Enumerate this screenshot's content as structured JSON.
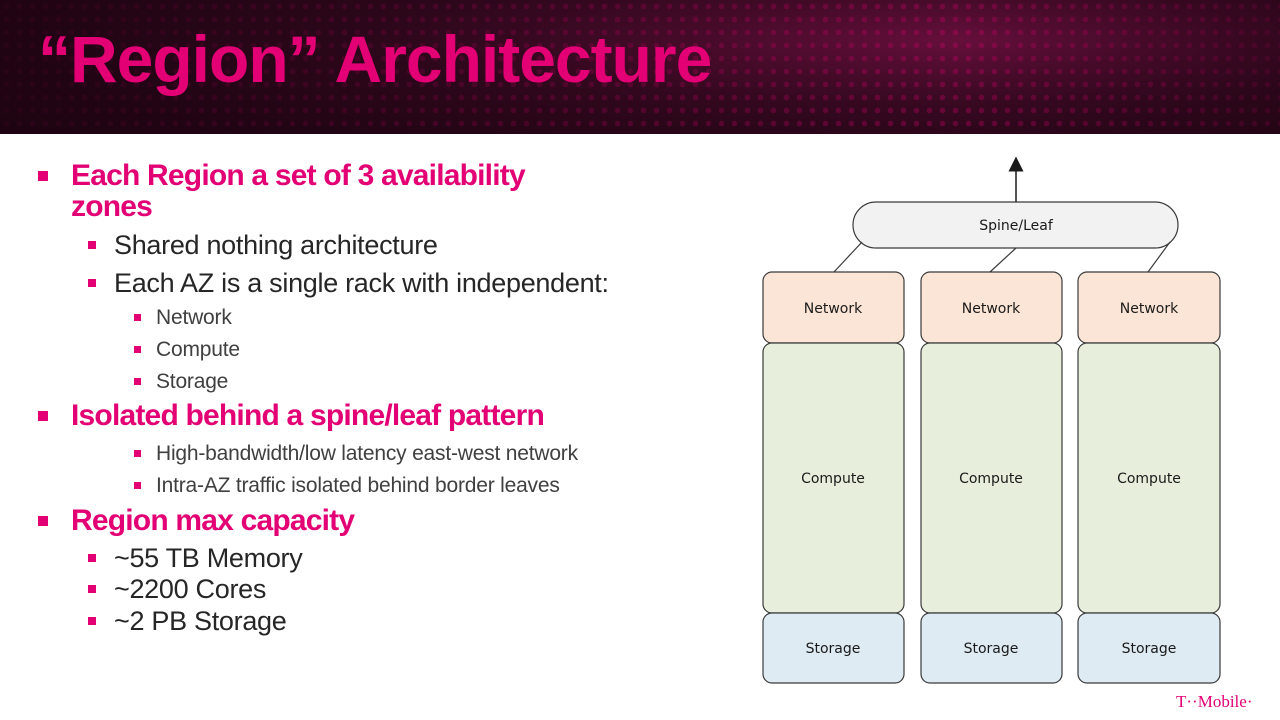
{
  "title": "“Region” Architecture",
  "bullets": {
    "b1": "Each Region a set of 3 availability",
    "b1_cont": "zones",
    "b1_1": "Shared nothing architecture",
    "b1_2": "Each AZ is a single rack with independent:",
    "b1_2_1": "Network",
    "b1_2_2": "Compute",
    "b1_2_3": "Storage",
    "b2": "Isolated behind a spine/leaf pattern",
    "b2_1": "High-bandwidth/low latency east-west network",
    "b2_2": "Intra-AZ traffic isolated behind border leaves",
    "b3": "Region max capacity",
    "b3_1": "~55 TB Memory",
    "b3_2": "~2200 Cores",
    "b3_3": "~2 PB Storage"
  },
  "diagram": {
    "spine_label": "Spine/Leaf",
    "racks": [
      {
        "network": "Network",
        "compute": "Compute",
        "storage": "Storage"
      },
      {
        "network": "Network",
        "compute": "Compute",
        "storage": "Storage"
      },
      {
        "network": "Network",
        "compute": "Compute",
        "storage": "Storage"
      }
    ],
    "colors": {
      "network_fill": "#fbe5d6",
      "compute_fill": "#e7efdc",
      "storage_fill": "#deebf3",
      "spine_fill": "#f2f2f2",
      "stroke": "#3a3a3a"
    }
  },
  "logo": "T··Mobile·",
  "colors": {
    "brand": "#e20074"
  }
}
